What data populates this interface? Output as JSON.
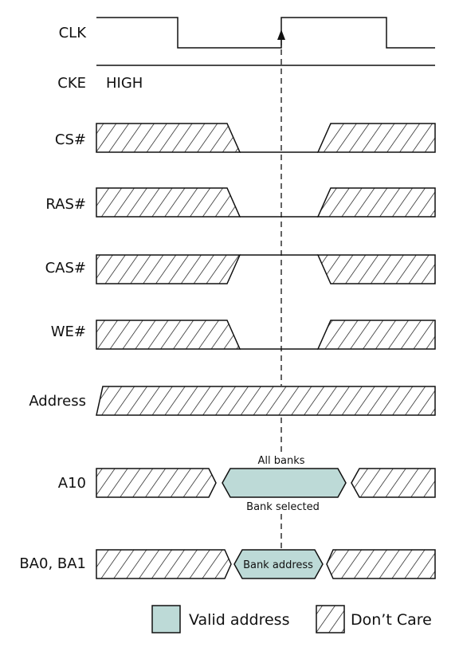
{
  "signals": {
    "clk": "CLK",
    "cke": "CKE",
    "cke_level": "HIGH",
    "cs": "CS#",
    "ras": "RAS#",
    "cas": "CAS#",
    "we": "WE#",
    "address": "Address",
    "a10": "A10",
    "ba": "BA0, BA1"
  },
  "annotations": {
    "all_banks": "All banks",
    "bank_selected": "Bank selected",
    "bank_address": "Bank address"
  },
  "legend": {
    "valid": "Valid address",
    "dont_care": "Don’t Care"
  },
  "colors": {
    "valid_fill": "#bddad7",
    "line": "#111111"
  }
}
